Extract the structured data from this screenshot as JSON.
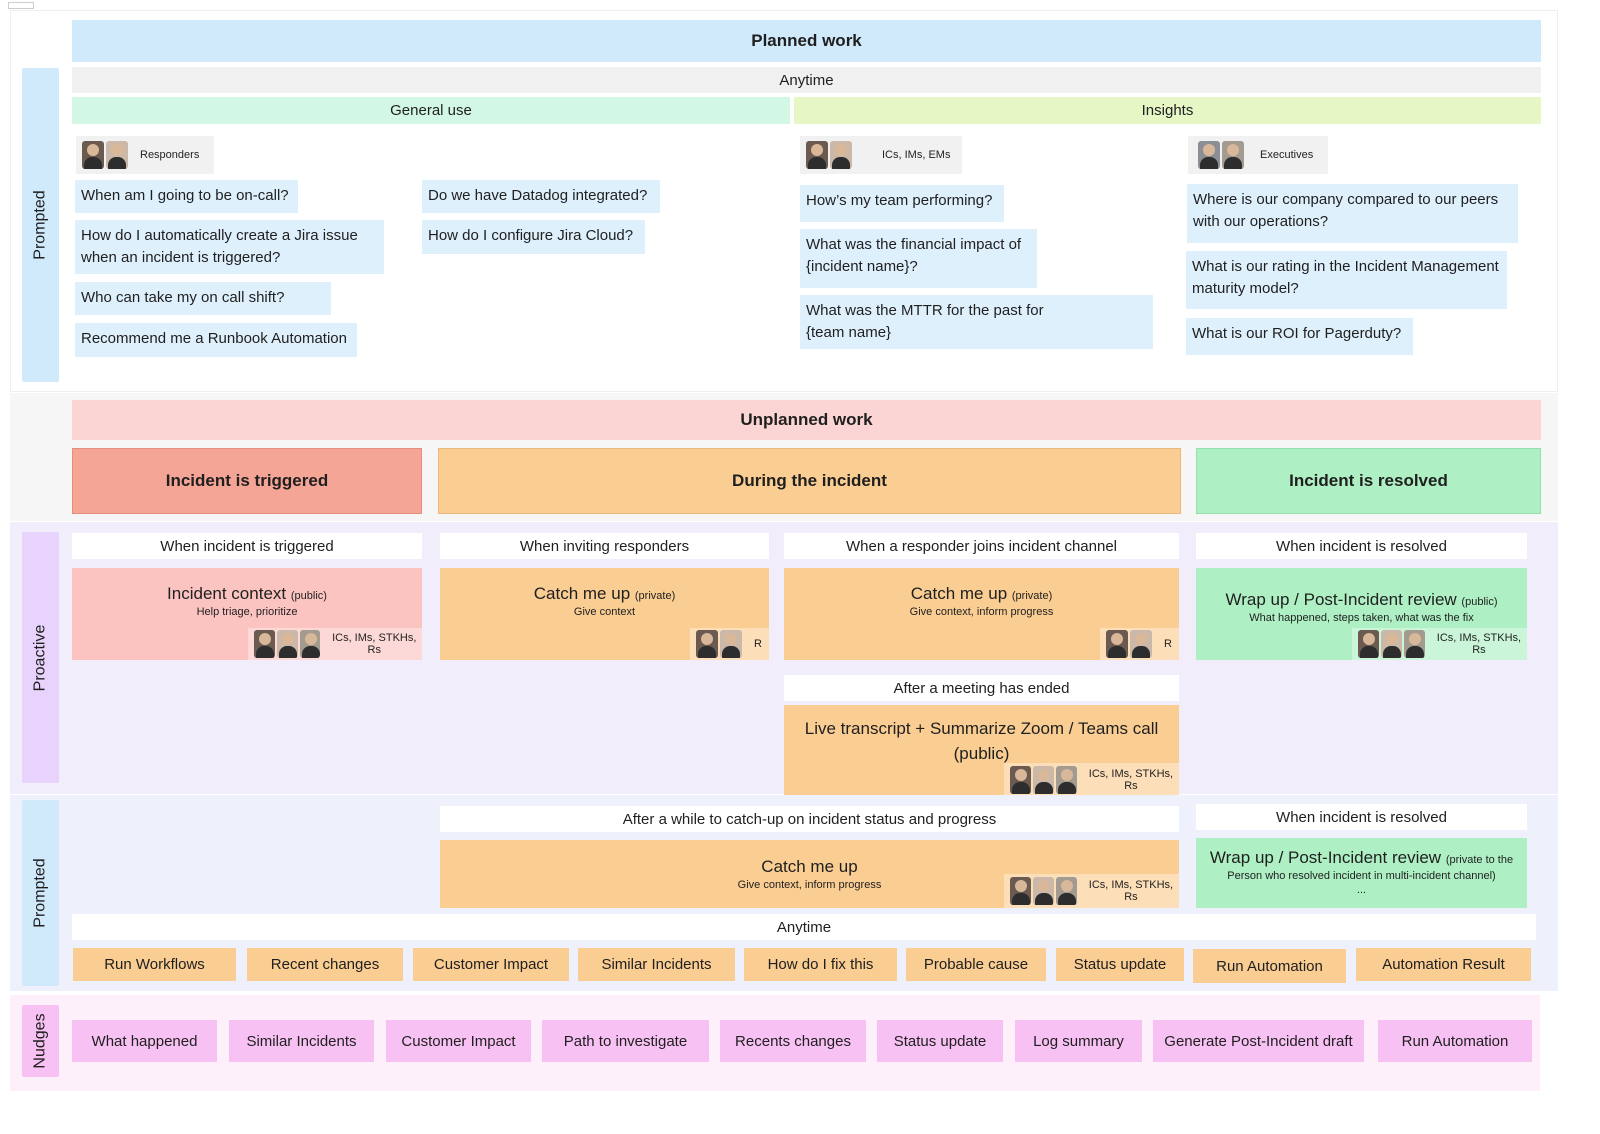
{
  "top_label": "",
  "planned": {
    "header": "Planned work",
    "anytime": "Anytime",
    "side_label": "Prompted",
    "general_use": "General use",
    "insights": "Insights",
    "responders_tag": "Responders",
    "ics_tag": "ICs, IMs, EMs",
    "exec_tag": "Executives",
    "general_col1": [
      "When am I going to be on-call?",
      "How do I automatically create a Jira issue when an incident is triggered?",
      "Who can take my on call shift?",
      "Recommend me a Runbook Automation"
    ],
    "general_col2": [
      "Do we have Datadog integrated?",
      "How do I configure Jira Cloud?"
    ],
    "insights_col1": [
      "How’s my team performing?",
      "What was the financial impact of {incident name}?",
      "What was the MTTR for the past for {team name}"
    ],
    "insights_col2": [
      "Where is our company compared to our peers with our operations?",
      "What is our rating in the Incident Management maturity model?",
      "What is our ROI for Pagerduty?"
    ]
  },
  "unplanned": {
    "header": "Unplanned work",
    "phase_triggered": "Incident is triggered",
    "phase_during": "During the incident",
    "phase_resolved": "Incident is resolved",
    "proactive_label": "Proactive",
    "prompted_label": "Prompted",
    "nudges_label": "Nudges",
    "trig1": "When incident is triggered",
    "trig2": "When inviting responders",
    "trig3": "When a responder joins incident channel",
    "trig4": "When incident is resolved",
    "trig5": "After a meeting has ended",
    "trig6": "After a while to catch-up on incident status and progress",
    "trig7": "When incident is resolved",
    "card1": {
      "title": "Incident context",
      "qual": "(public)",
      "sub": "Help triage, prioritize",
      "tag": "ICs, IMs, STKHs, Rs"
    },
    "card2": {
      "title": "Catch me up",
      "qual": "(private)",
      "sub": "Give context",
      "tag": "R"
    },
    "card3": {
      "title": "Catch me up",
      "qual": "(private)",
      "sub": "Give context, inform progress",
      "tag": "R"
    },
    "card4": {
      "title": "Wrap up / Post-Incident review",
      "qual": "(public)",
      "sub": "What happened, steps taken,  what was the fix",
      "tag": "ICs, IMs, STKHs, Rs"
    },
    "card5": {
      "title": "Live transcript + Summarize Zoom / Teams call (public)",
      "tag": "ICs, IMs, STKHs, Rs"
    },
    "card6": {
      "title": "Catch me up",
      "sub": "Give context, inform progress",
      "tag": "ICs, IMs, STKHs, Rs"
    },
    "card7": {
      "title": "Wrap up / Post-Incident review",
      "qual": "(private to the",
      "sub": "Person who resolved incident in multi-incident channel)",
      "sub2": "..."
    },
    "anytime": "Anytime",
    "prompted_pills": [
      "Run Workflows",
      "Recent changes",
      "Customer Impact",
      "Similar Incidents",
      "How do I fix this",
      "Probable cause",
      "Status update",
      "Run Automation",
      "Automation Result"
    ],
    "nudge_pills": [
      "What happened",
      "Similar Incidents",
      "Customer Impact",
      "Path to investigate",
      "Recents changes",
      "Status update",
      "Log summary",
      "Generate Post-Incident draft",
      "Run Automation"
    ]
  },
  "colors": {
    "blue": "#d0eafc",
    "pink_header": "#fbd4d4",
    "red_phase": "#f5a596",
    "orange": "#facd93",
    "green": "#aef0c4",
    "lavender": "#f1edfb",
    "nudge_pink": "#f8c1f4"
  }
}
